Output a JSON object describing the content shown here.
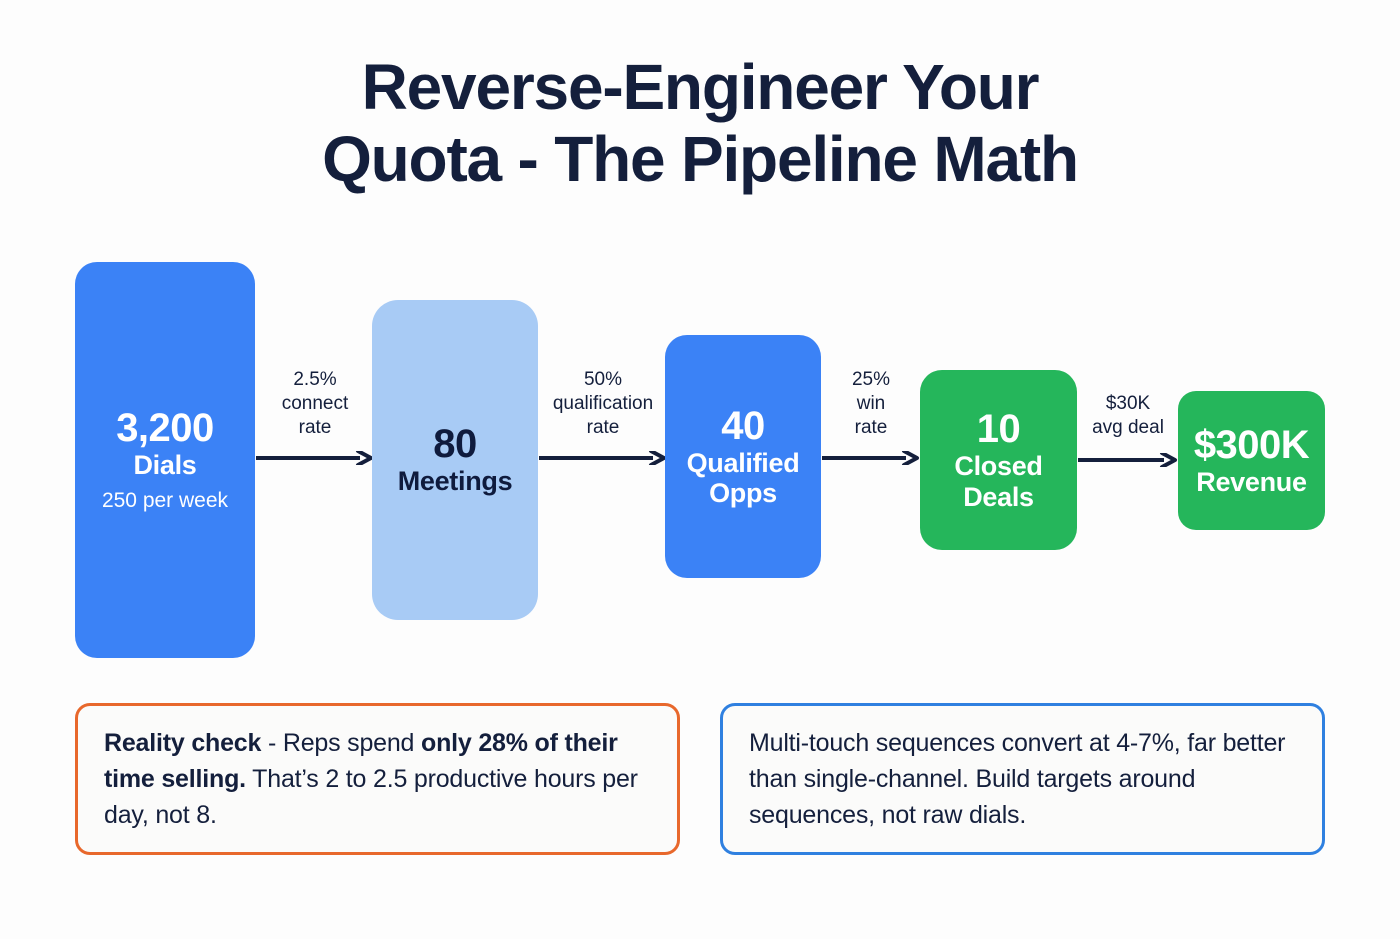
{
  "title": {
    "line1": "Reverse-Engineer Your",
    "line2": "Quota - The Pipeline Math"
  },
  "colors": {
    "background": "#fdfdfd",
    "title_navy": "#141f3c",
    "blue_primary": "#3b82f6",
    "blue_light": "#a8cbf5",
    "green": "#25b65b",
    "orange_border": "#e8682c",
    "blue_border": "#2f80e0"
  },
  "funnel": {
    "stages": [
      {
        "value": "3,200",
        "label": "Dials",
        "sub": "250 per week",
        "style": "sky-dark"
      },
      {
        "value": "80",
        "label": "Meetings",
        "sub": "",
        "style": "sky-light"
      },
      {
        "value": "40",
        "label": "Qualified Opps",
        "sub": "",
        "style": "sky-dark"
      },
      {
        "value": "10",
        "label": "Closed Deals",
        "sub": "",
        "style": "green"
      },
      {
        "value": "$300K",
        "label": "Revenue",
        "sub": "",
        "style": "green"
      }
    ],
    "connectors": [
      {
        "line1": "2.5%",
        "line2": "connect",
        "line3": "rate"
      },
      {
        "line1": "50%",
        "line2": "qualification",
        "line3": "rate"
      },
      {
        "line1": "25%",
        "line2": "win",
        "line3": "rate"
      },
      {
        "line1": "$30K",
        "line2": "avg deal",
        "line3": ""
      }
    ]
  },
  "callouts": {
    "left": {
      "bold1": "Reality check",
      "text1": " - Reps spend ",
      "bold2": "only 28% of their time selling.",
      "text2": " That’s 2 to 2.5 productive hours per day, not 8."
    },
    "right": {
      "text": "Multi-touch sequences convert at 4-7%, far better than single-channel. Build targets around sequences, not raw dials."
    }
  }
}
